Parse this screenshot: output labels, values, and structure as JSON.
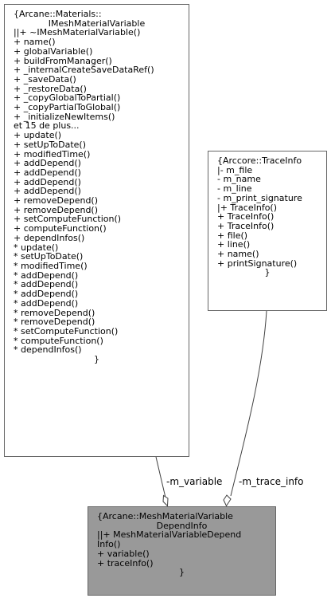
{
  "nodes": {
    "imesh": {
      "title": [
        "{Arcane::Materials::",
        "IMeshMaterialVariable"
      ],
      "members": [
        "||+ ~IMeshMaterialVariable()",
        "+ name()",
        "+ globalVariable()",
        "+ buildFromManager()",
        "+ _internalCreateSaveDataRef()",
        "+ _saveData()",
        "+ _restoreData()",
        "+ _copyGlobalToPartial()",
        "+ _copyPartialToGlobal()",
        "+ _initializeNewItems()",
        "et 15 de plus...",
        "+ update()",
        "+ setUpToDate()",
        "+ modifiedTime()",
        "+ addDepend()",
        "+ addDepend()",
        "+ addDepend()",
        "+ addDepend()",
        "+ removeDepend()",
        "+ removeDepend()",
        "+ setComputeFunction()",
        "+ computeFunction()",
        "+ dependInfos()",
        "* update()",
        "* setUpToDate()",
        "* modifiedTime()",
        "* addDepend()",
        "* addDepend()",
        "* addDepend()",
        "* addDepend()",
        "* removeDepend()",
        "* removeDepend()",
        "* setComputeFunction()",
        "* computeFunction()",
        "* dependInfos()"
      ],
      "close": "}"
    },
    "trace": {
      "title": [
        "{Arccore::TraceInfo"
      ],
      "members": [
        "|- m_file",
        "- m_name",
        "- m_line",
        "- m_print_signature",
        "|+ TraceInfo()",
        "+ TraceInfo()",
        "+ TraceInfo()",
        "+ file()",
        "+ line()",
        "+ name()",
        "+ printSignature()"
      ],
      "close": "}"
    },
    "depend": {
      "title": [
        "{Arcane::MeshMaterialVariable",
        "DependInfo"
      ],
      "members": [
        "||+ MeshMaterialVariableDepend",
        "Info()",
        "+ variable()",
        "+ traceInfo()"
      ],
      "close": "}"
    }
  },
  "edges": {
    "variable_label": "-m_variable",
    "trace_label": "-m_trace_info"
  },
  "colors": {
    "focus_fill": "#999999",
    "border": "#666666",
    "edge": "#404040"
  }
}
